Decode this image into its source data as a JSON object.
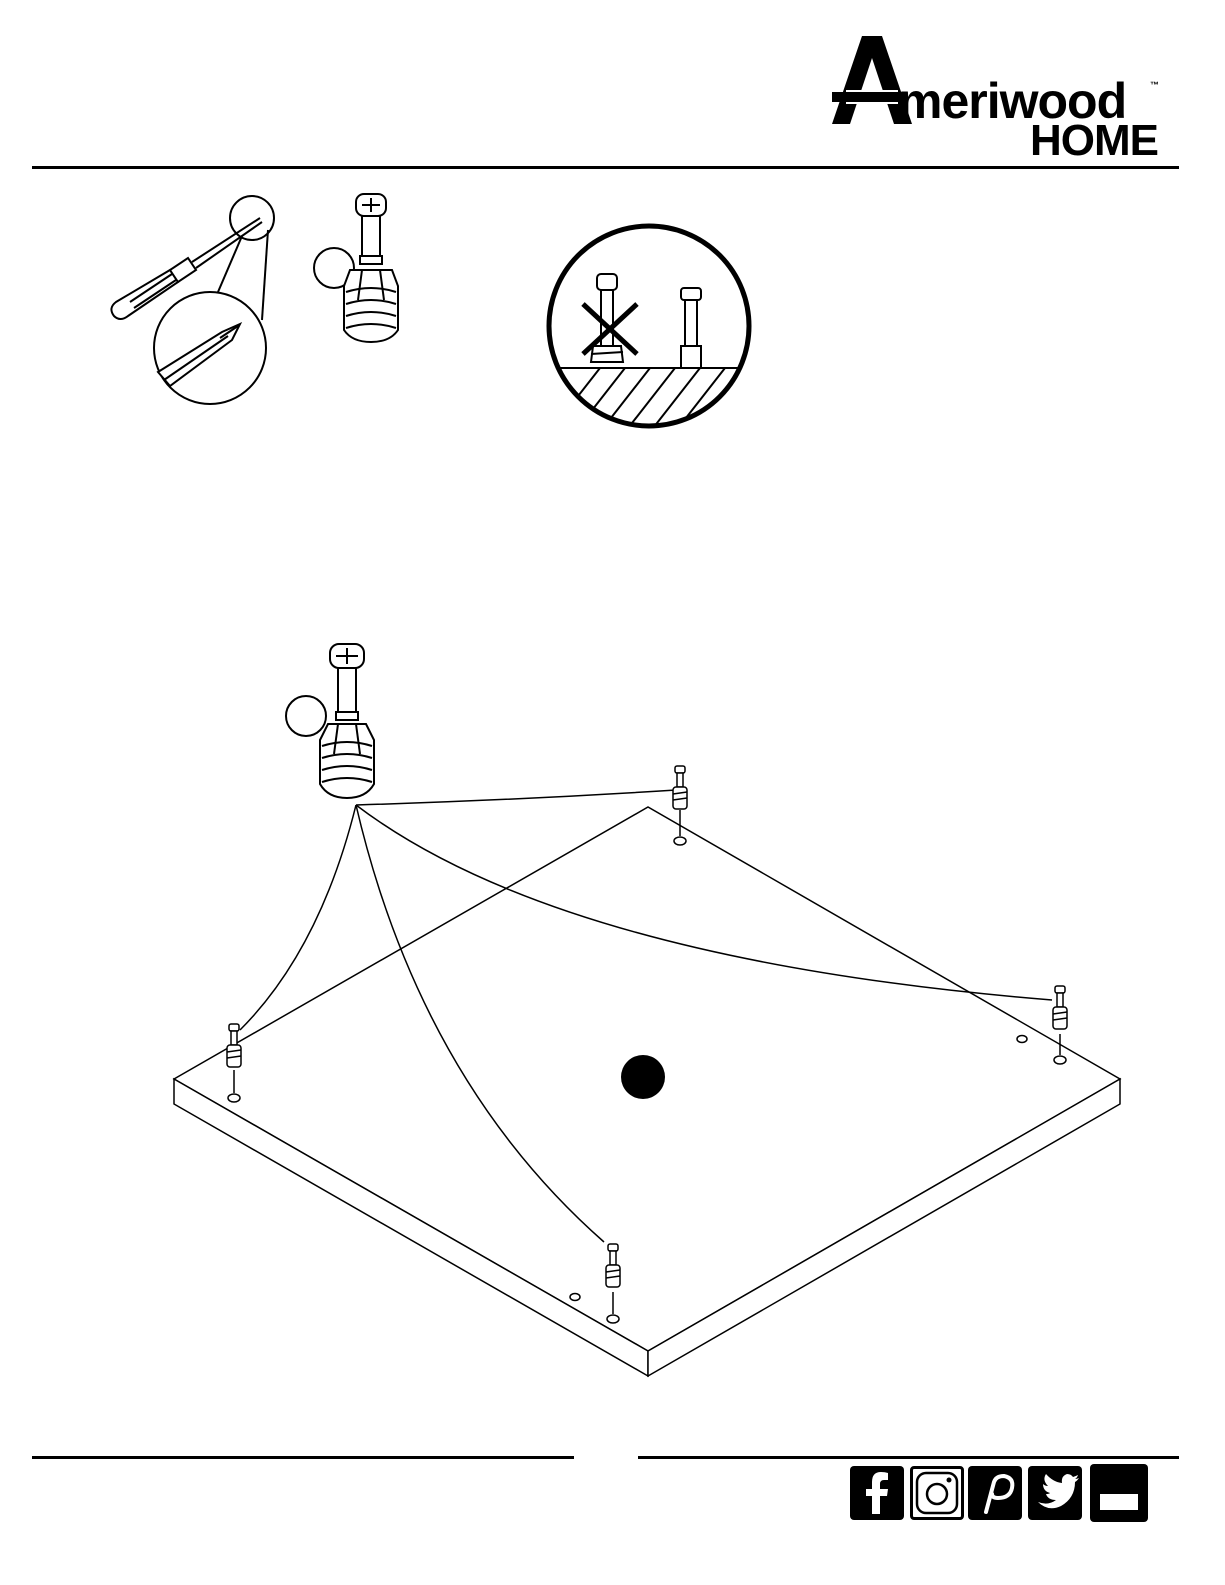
{
  "header": {
    "brand_letter": "A",
    "brand_name": "meriwood",
    "brand_tm": "™",
    "brand_sub": "HOME"
  },
  "tools": {
    "screwdriver_icon": "phillips-screwdriver",
    "cam_bolt_icon": "cam-bolt"
  },
  "warning": {
    "icon": "correct-vs-incorrect-bolt-depth"
  },
  "main_figure": {
    "icon": "board-with-cam-bolts"
  },
  "footer": {
    "social_icons": [
      "facebook-icon",
      "instagram-icon",
      "pinterest-icon",
      "twitter-icon",
      "youtube-icon"
    ]
  },
  "colors": {
    "ink": "#000000",
    "paper": "#ffffff"
  }
}
